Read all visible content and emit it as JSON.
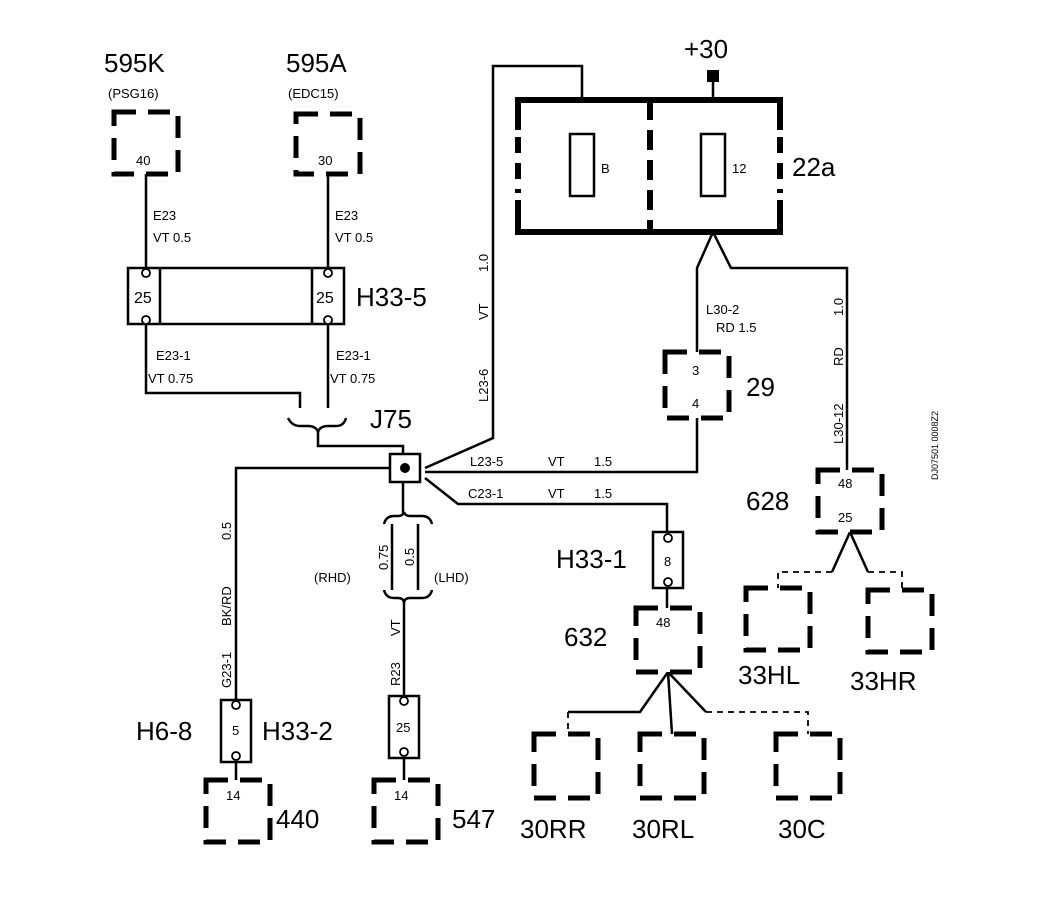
{
  "components": {
    "c595k": {
      "id": "595K",
      "sub": "(PSG16)",
      "pin": "40"
    },
    "c595a": {
      "id": "595A",
      "sub": "(EDC15)",
      "pin": "30"
    },
    "fusebox": {
      "id": "22a",
      "supply": "+30",
      "fuse_b": "B",
      "fuse_12": "12"
    },
    "c29": {
      "id": "29",
      "pin_top": "3",
      "pin_bottom": "4"
    },
    "c628": {
      "id": "628",
      "pin_top": "48",
      "pin_bottom": "25"
    },
    "c33hl": {
      "id": "33HL"
    },
    "c33hr": {
      "id": "33HR"
    },
    "c632": {
      "id": "632",
      "pin": "48"
    },
    "c30rr": {
      "id": "30RR"
    },
    "c30rl": {
      "id": "30RL"
    },
    "c30c": {
      "id": "30C"
    },
    "c440": {
      "id": "440",
      "pin": "14"
    },
    "c547": {
      "id": "547",
      "pin": "14"
    }
  },
  "connectors": {
    "h33_5": {
      "id": "H33-5",
      "pin_left": "25",
      "pin_right": "25"
    },
    "h33_1": {
      "id": "H33-1",
      "pin": "8"
    },
    "h33_2": {
      "id": "H33-2",
      "alt_id": "H6-8",
      "pin": "5"
    },
    "r23_conn": {
      "pin": "25"
    }
  },
  "splice": {
    "id": "J75"
  },
  "wires": {
    "e23_left": {
      "code": "E23",
      "spec": "VT  0.5"
    },
    "e23_right": {
      "code": "E23",
      "spec": "VT  0.5"
    },
    "e23_1_left": {
      "code": "E23-1",
      "spec": "VT  0.75"
    },
    "e23_1_right": {
      "code": "E23-1",
      "spec": "VT  0.75"
    },
    "l23_6": {
      "code": "L23-6",
      "color": "VT",
      "size": "1.0"
    },
    "l30_2": {
      "code": "L30-2",
      "spec": "RD  1.5"
    },
    "l30_12": {
      "code": "L30-12",
      "color": "RD",
      "size": "1.0"
    },
    "l23_5": {
      "code": "L23-5",
      "color": "VT",
      "size": "1.5"
    },
    "c23_1": {
      "code": "C23-1",
      "color": "VT",
      "size": "1.5"
    },
    "g23_1": {
      "code": "G23-1",
      "color": "BK/RD",
      "size": "0.5"
    },
    "r23": {
      "code": "R23",
      "color": "VT",
      "size_rhd": "0.75",
      "size_lhd": "0.5",
      "rhd": "(RHD)",
      "lhd": "(LHD)"
    }
  },
  "drawing_id": "DJ07501 0008Z2"
}
